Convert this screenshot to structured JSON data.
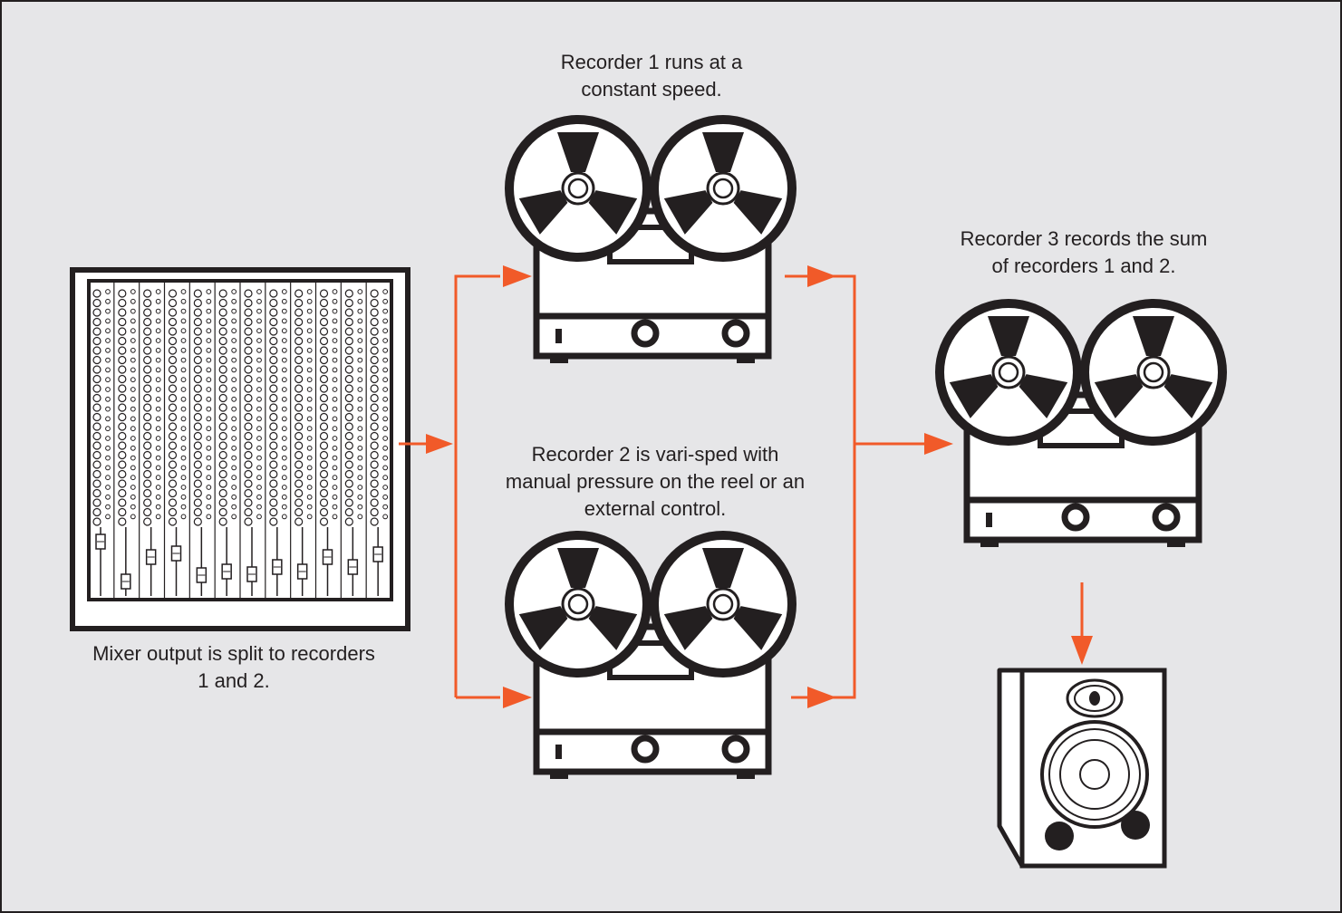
{
  "captions": {
    "mixer": [
      "Mixer output is split to recorders",
      "1 and 2."
    ],
    "recorder1": [
      "Recorder 1 runs at a",
      "constant speed."
    ],
    "recorder2": [
      "Recorder 2 is vari-sped with",
      "manual pressure on the reel or an",
      "external control."
    ],
    "recorder3": [
      "Recorder 3 records the sum",
      "of recorders 1 and 2."
    ]
  },
  "icons": {
    "mixer": "mixing-console-icon",
    "recorder": "reel-to-reel-tape-recorder-icon",
    "speaker": "loudspeaker-icon"
  },
  "colors": {
    "arrow": "#f15a29",
    "ink": "#231f20",
    "background": "#e6e6e8",
    "fill": "#ffffff"
  }
}
